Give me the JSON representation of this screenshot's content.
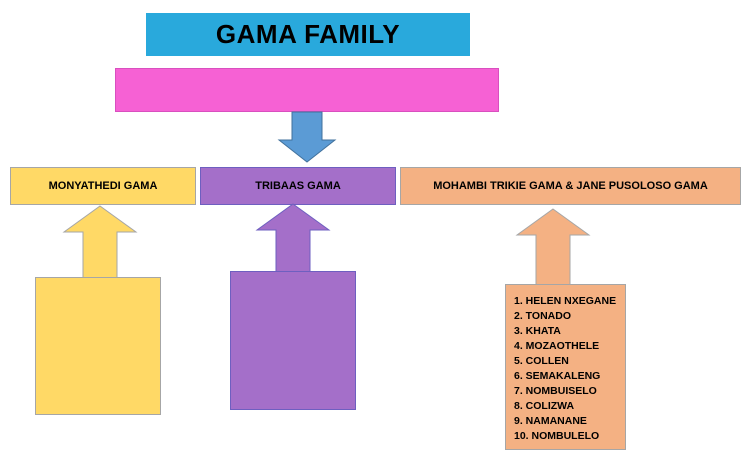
{
  "title": "GAMA FAMILY",
  "root_box": {
    "label": ""
  },
  "parents": [
    {
      "label": "MONYATHEDI GAMA"
    },
    {
      "label": "TRIBAAS GAMA"
    },
    {
      "label": "MOHAMBI TRIKIE GAMA & JANE PUSOLOSO GAMA"
    }
  ],
  "descendants": {
    "items": [
      "1. HELEN NXEGANE",
      "2. TONADO",
      "3. KHATA",
      "4. MOZAOTHELE",
      "5. COLLEN",
      "6. SEMAKALENG",
      "7. NOMBUISELO",
      "8. COLIZWA",
      "9. NAMANANE",
      "10. NOMBULELO"
    ]
  },
  "colors": {
    "cyan": "#29A9DC",
    "pink": "#F661D4",
    "pink_border": "#D94FBF",
    "blue": "#5B9BD5",
    "blue_border": "#41719C",
    "yellow": "#FFD966",
    "yellow_border": "#A6A6A6",
    "purple": "#A46FC9",
    "purple_border": "#6E5FC0",
    "orange": "#F4B183",
    "orange_border": "#A6A6A6"
  }
}
